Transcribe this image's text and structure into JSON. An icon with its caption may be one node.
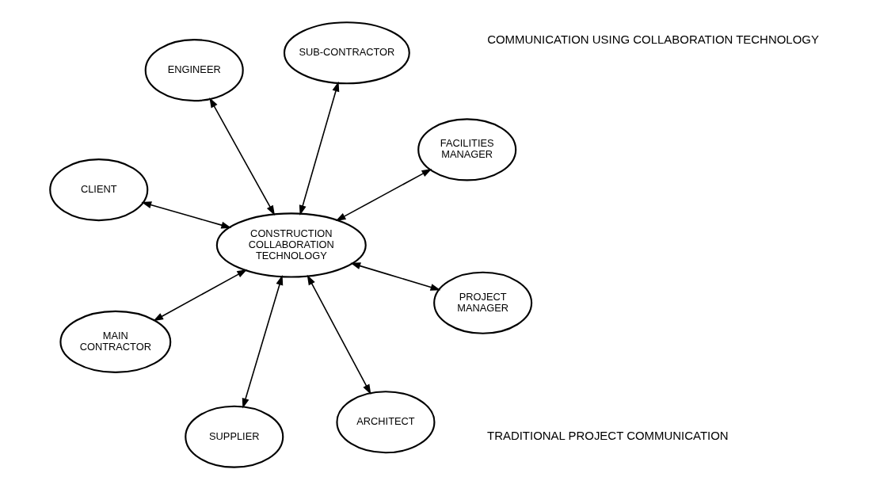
{
  "diagram": {
    "nodes": [
      {
        "text": [
          "CLIENT"
        ]
      },
      {
        "text": [
          "FACILITIES MANAGER"
        ]
      },
      {
        "text": [
          "ARCHITECT"
        ]
      },
      {
        "text": [
          "SUB-CONTRACTOR"
        ]
      },
      {
        "text": [
          "CONSTRUCTION COLLABORATION TECHNOLOGY"
        ]
      },
      {
        "text": [
          "ENGINEER"
        ]
      },
      {
        "text": [
          "MAIN CONTRACTOR"
        ]
      },
      {
        "text": [
          "PROJECT MANAGER"
        ]
      },
      {
        "text": [
          "SUPPLIER"
        ]
      }
    ],
    "edges": [
      {
        "from": 4,
        "to": 0,
        "arrow": "both"
      },
      {
        "from": 4,
        "to": 2,
        "arrow": "both"
      },
      {
        "from": 4,
        "to": 5,
        "arrow": "both"
      },
      {
        "from": 4,
        "to": 7,
        "arrow": "both"
      },
      {
        "from": 4,
        "to": 8,
        "arrow": "both"
      },
      {
        "from": 4,
        "to": 6,
        "arrow": "both"
      },
      {
        "from": 4,
        "to": 3,
        "arrow": "both"
      },
      {
        "from": 4,
        "to": 1,
        "arrow": "both"
      }
    ],
    "labels": [
      "TRADITIONAL PROJECT COMMUNICATION",
      "COMMUNICATION USING COLLABORATION TECHNOLOGY"
    ]
  }
}
